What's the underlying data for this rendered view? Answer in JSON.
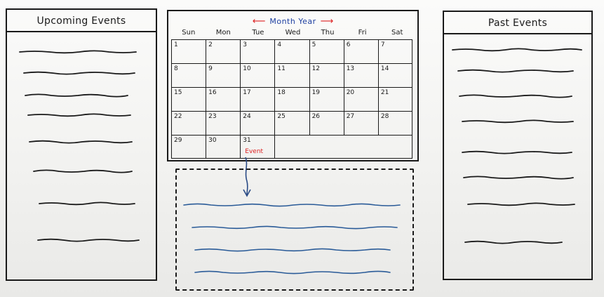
{
  "upcoming": {
    "title": "Upcoming Events",
    "items": [
      1,
      2,
      3,
      4,
      5,
      6,
      7,
      8
    ]
  },
  "past": {
    "title": "Past Events",
    "items": [
      1,
      2,
      3,
      4,
      5,
      6,
      7,
      8
    ]
  },
  "calendar": {
    "title": "Month Year",
    "prev_icon": "arrow-left-icon",
    "next_icon": "arrow-right-icon",
    "weekdays": [
      "Sun",
      "Mon",
      "Tue",
      "Wed",
      "Thu",
      "Fri",
      "Sat"
    ],
    "days": [
      "1",
      "2",
      "3",
      "4",
      "5",
      "6",
      "7",
      "8",
      "9",
      "10",
      "11",
      "12",
      "13",
      "14",
      "15",
      "16",
      "17",
      "18",
      "19",
      "20",
      "21",
      "22",
      "23",
      "24",
      "25",
      "26",
      "27",
      "28",
      "29",
      "30",
      "31"
    ],
    "event_day": "31",
    "event_label": "Event"
  },
  "details": {
    "lines": [
      1,
      2,
      3,
      4
    ]
  },
  "colors": {
    "accent_red": "#dd2222",
    "accent_blue": "#1d3fa0",
    "ink": "#1a1a1a",
    "detail_ink": "#2a5b98"
  }
}
